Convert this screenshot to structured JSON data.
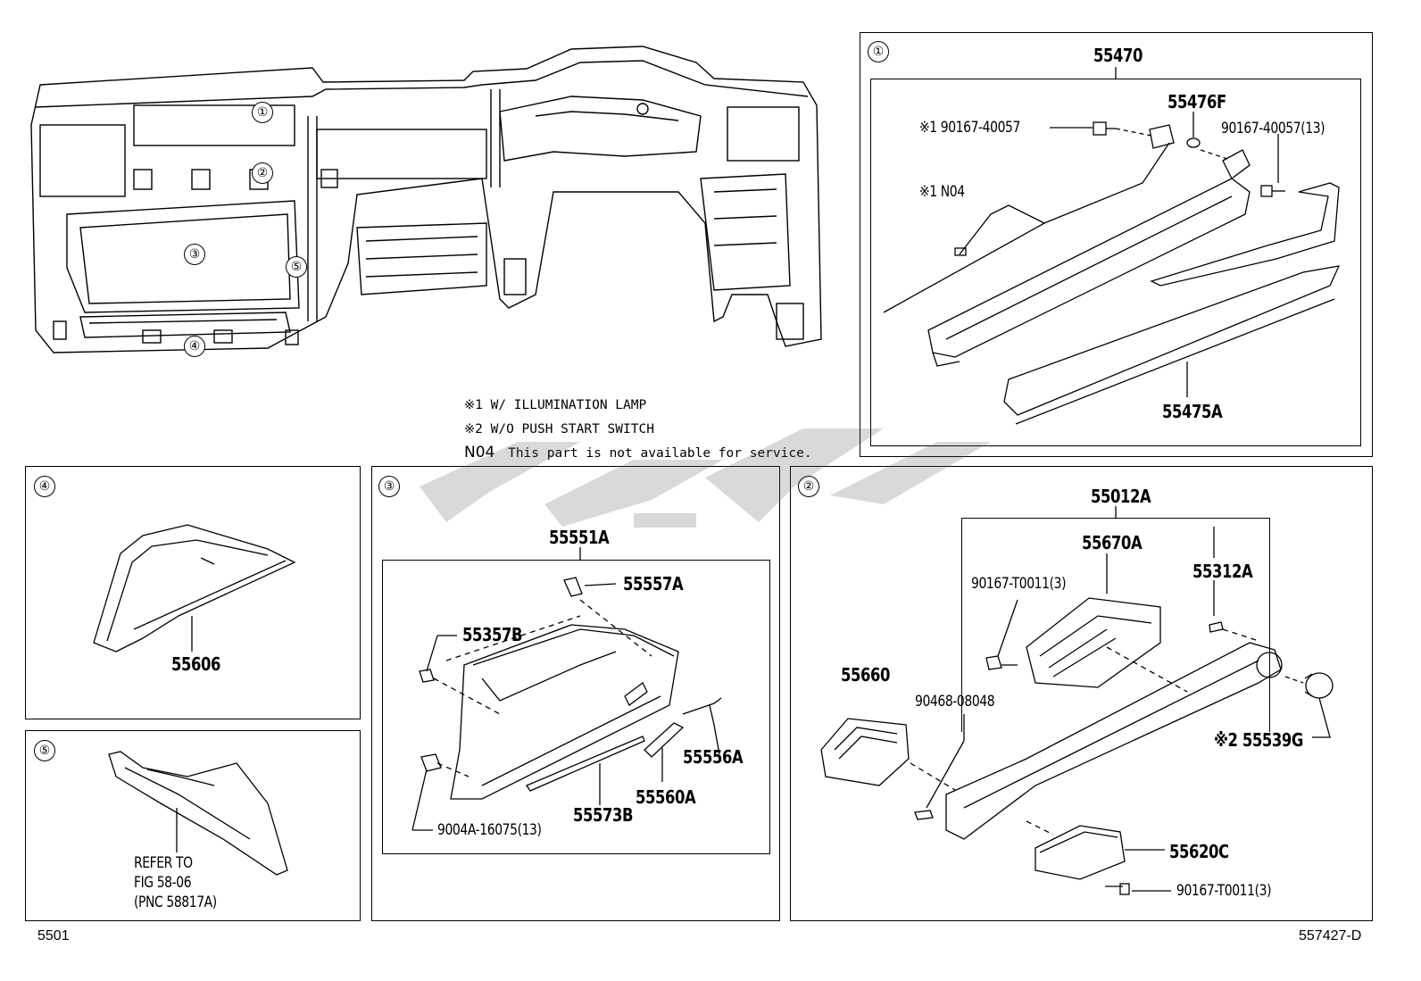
{
  "main_view": {
    "callouts": [
      "①",
      "②",
      "③",
      "④",
      "⑤"
    ]
  },
  "legend": {
    "line1": "※1 W/ ILLUMINATION LAMP",
    "line2": "※2 W/O PUSH START SWITCH",
    "line3_code": "N04",
    "line3_text": "This part is not available for service."
  },
  "panel1": {
    "marker": "①",
    "assembly": "55470",
    "parts": {
      "p1": "※1 90167-40057",
      "p2": "55476F",
      "p3": "90167-40057(13)",
      "p4": "※1 N04",
      "p5": "55475A"
    }
  },
  "panel4": {
    "marker": "④",
    "parts": {
      "p1": "55606"
    }
  },
  "panel5": {
    "marker": "⑤",
    "refer": [
      "REFER TO",
      "FIG 58-06",
      "(PNC 58817A)"
    ]
  },
  "panel3": {
    "marker": "③",
    "assembly": "55551A",
    "parts": {
      "p1": "55557A",
      "p2": "55357B",
      "p3": "55556A",
      "p4": "55560A",
      "p5": "55573B",
      "p6": "9004A-16075(13)"
    }
  },
  "panel2": {
    "marker": "②",
    "assembly": "55012A",
    "parts": {
      "p1": "55670A",
      "p2": "55312A",
      "p3": "90167-T0011(3)",
      "p4": "55660",
      "p5": "90468-08048",
      "p6": "※2 55539G",
      "p7": "55620C",
      "p8": "90167-T0011(3)"
    }
  },
  "footer": {
    "left": "5501",
    "right": "557427-D"
  }
}
